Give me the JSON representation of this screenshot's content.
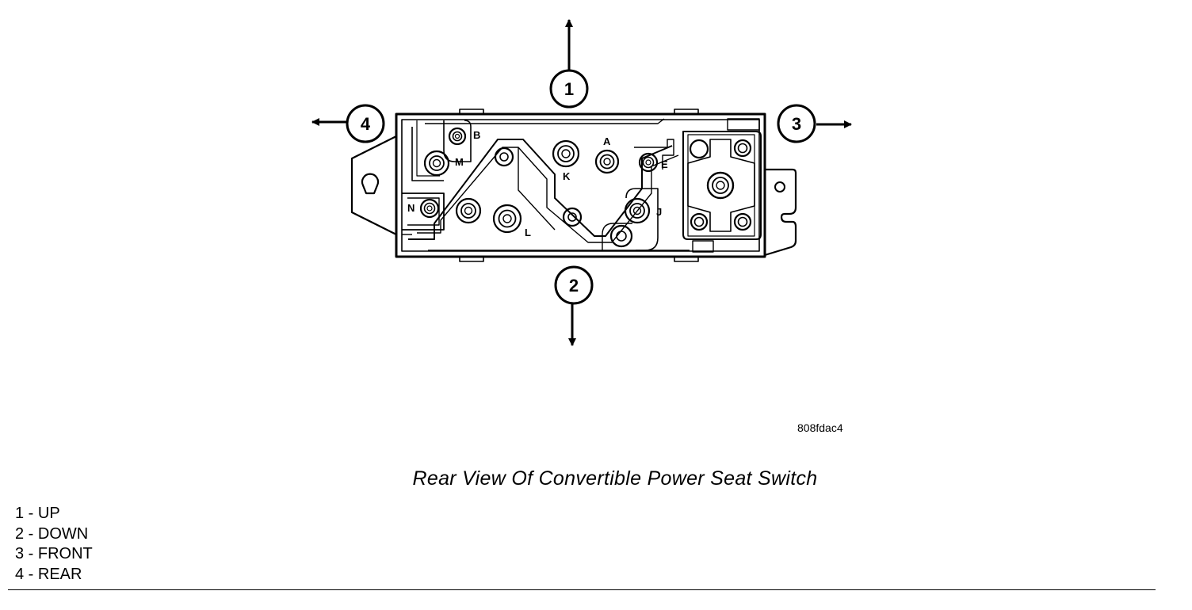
{
  "callouts": {
    "c1": "1",
    "c2": "2",
    "c3": "3",
    "c4": "4"
  },
  "pins": {
    "A": "A",
    "B": "B",
    "E": "E",
    "J": "J",
    "K": "K",
    "L": "L",
    "M": "M",
    "N": "N"
  },
  "figure_id": "808fdac4",
  "caption": "Rear View Of Convertible Power Seat Switch",
  "legend": [
    "1 - UP",
    "2 - DOWN",
    "3 - FRONT",
    "4 - REAR"
  ]
}
